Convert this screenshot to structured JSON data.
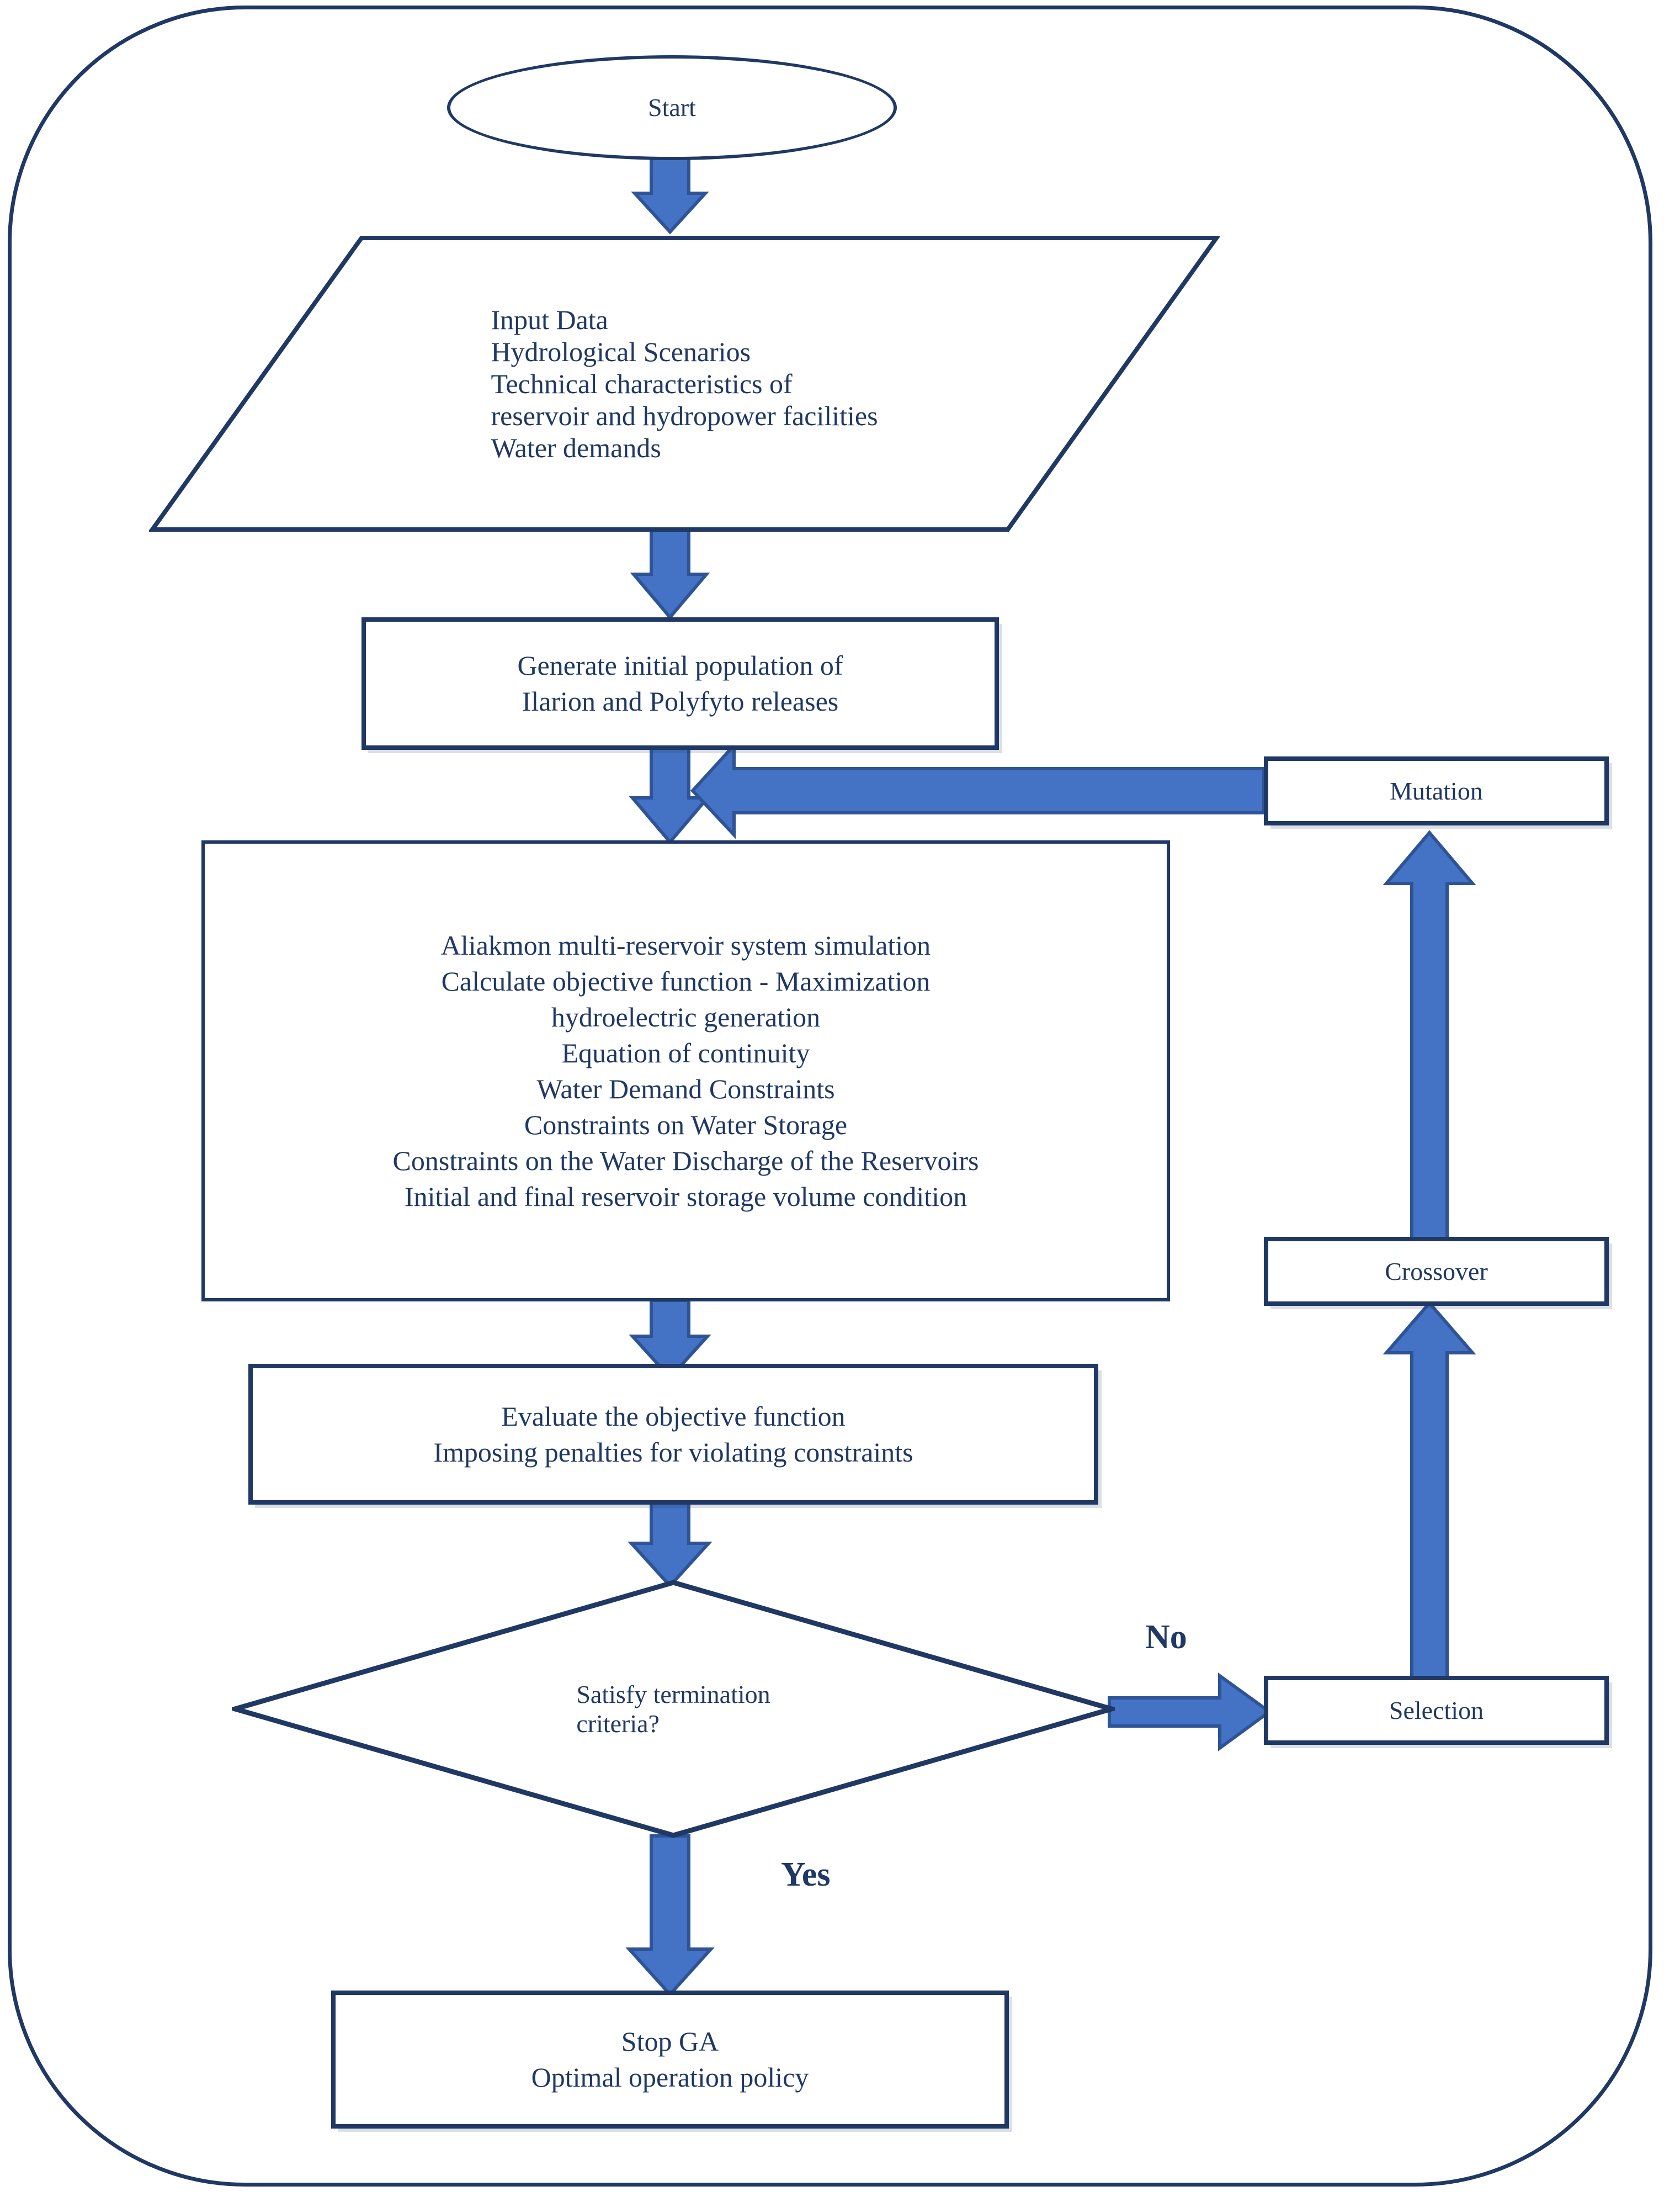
{
  "diagram": {
    "title": "Genetic Algorithm flowchart for Aliakmon multi-reservoir system optimization",
    "colors": {
      "outline": "#1F3864",
      "arrow_fill": "#4472C4",
      "arrow_stroke": "#2E5496",
      "text": "#1F3864",
      "background": "#FFFFFF"
    },
    "nodes": {
      "start": {
        "shape": "terminal",
        "label": "Start"
      },
      "input": {
        "shape": "parallelogram",
        "lines": [
          "Input Data",
          "Hydrological Scenarios",
          "Technical characteristics of",
          "reservoir and hydropower facilities",
          "Water demands"
        ]
      },
      "generate": {
        "shape": "process",
        "lines": [
          "Generate initial population of",
          "Ilarion and Polyfyto releases"
        ]
      },
      "simulate": {
        "shape": "process",
        "lines": [
          "Aliakmon multi-reservoir system simulation",
          "Calculate objective function - Maximization",
          "hydroelectric generation",
          "Equation of continuity",
          "Water Demand Constraints",
          "Constraints on Water Storage",
          "Constraints on the Water Discharge of the Reservoirs",
          "Initial and final reservoir storage volume condition"
        ]
      },
      "evaluate": {
        "shape": "process",
        "lines": [
          "Evaluate the objective function",
          "Imposing penalties for violating constraints"
        ]
      },
      "decision": {
        "shape": "diamond",
        "lines": [
          "Satisfy termination",
          "criteria?"
        ]
      },
      "selection": {
        "shape": "process",
        "label": "Selection"
      },
      "crossover": {
        "shape": "process",
        "label": "Crossover"
      },
      "mutation": {
        "shape": "process",
        "label": "Mutation"
      },
      "stop": {
        "shape": "process",
        "lines": [
          "Stop GA",
          "Optimal operation policy"
        ]
      }
    },
    "branch_labels": {
      "no": "No",
      "yes": "Yes"
    }
  }
}
